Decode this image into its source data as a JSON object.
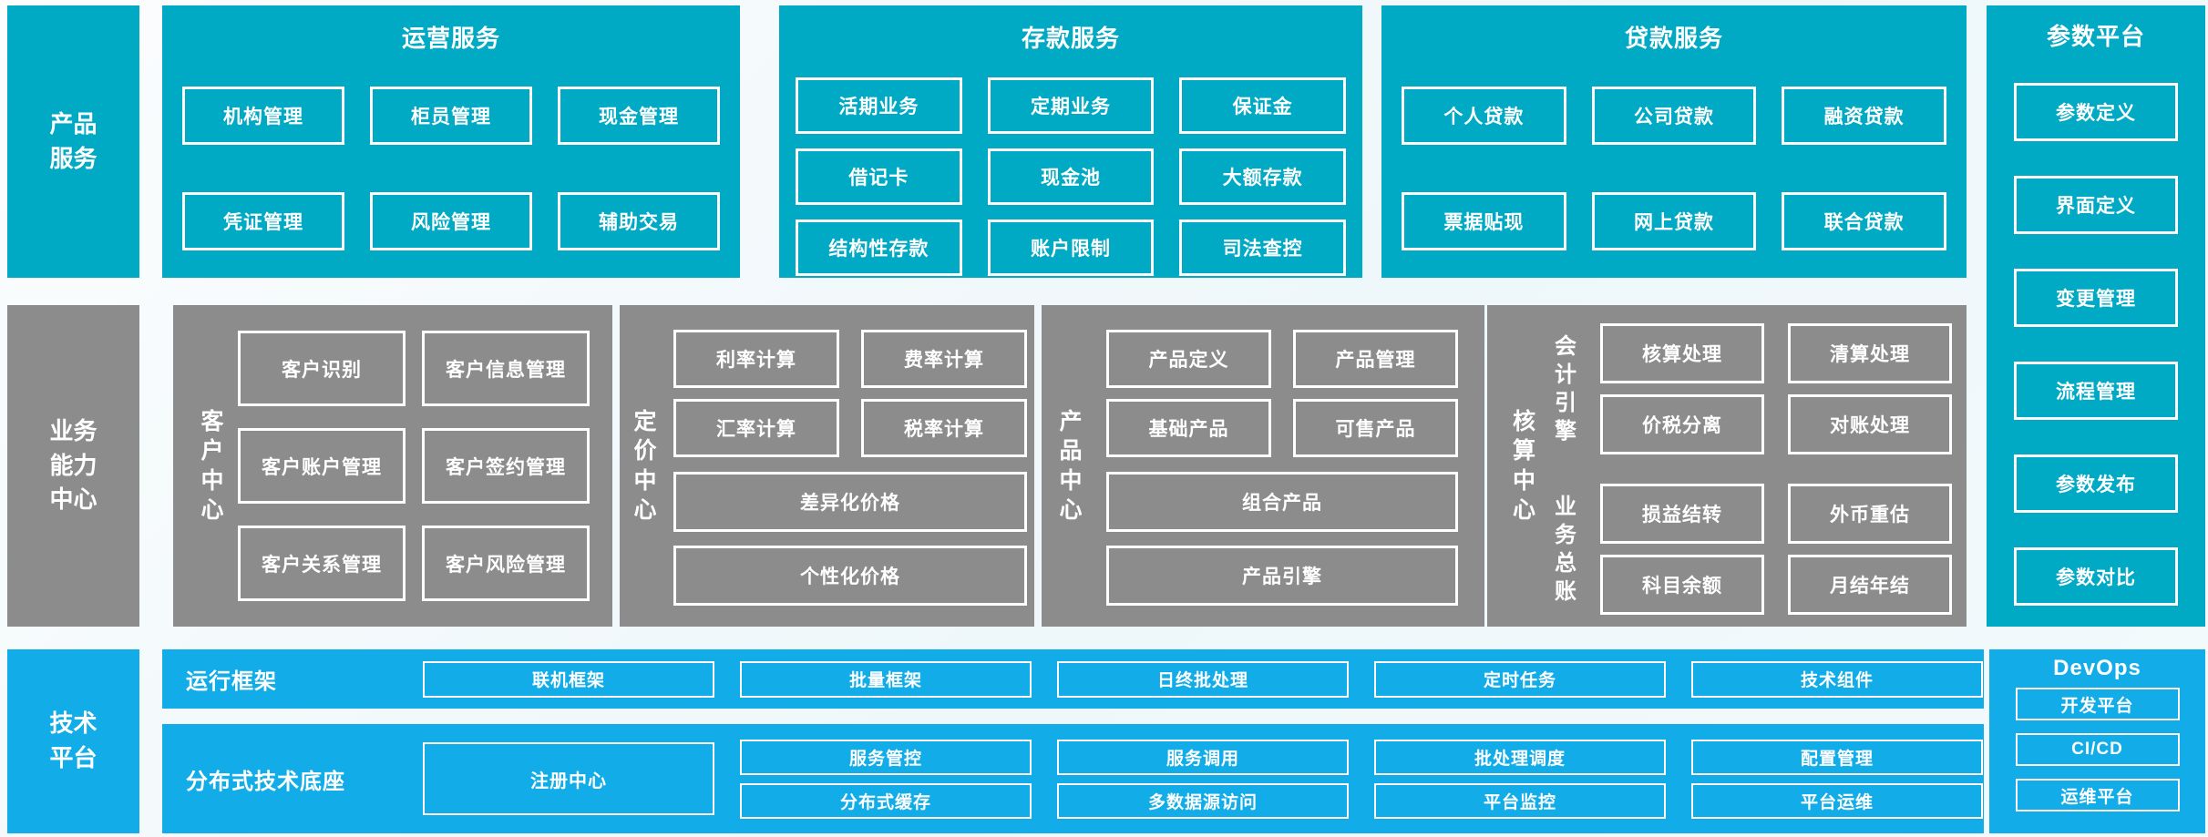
{
  "colors": {
    "teal": "#00a9c4",
    "gray": "#8c8c8c",
    "blue": "#12ade8",
    "background": "#f2f9fb",
    "box_border_text": "#ffffff"
  },
  "side_labels": {
    "product_services": "产品服务",
    "business_capability": "业务能力中心",
    "technology_platform": "技术平台"
  },
  "operations": {
    "title": "运营服务",
    "items": [
      "机构管理",
      "柜员管理",
      "现金管理",
      "凭证管理",
      "风险管理",
      "辅助交易"
    ]
  },
  "deposit": {
    "title": "存款服务",
    "items": [
      "活期业务",
      "定期业务",
      "保证金",
      "借记卡",
      "现金池",
      "大额存款",
      "结构性存款",
      "账户限制",
      "司法查控"
    ]
  },
  "loan": {
    "title": "贷款服务",
    "items": [
      "个人贷款",
      "公司贷款",
      "融资贷款",
      "票据贴现",
      "网上贷款",
      "联合贷款"
    ]
  },
  "parameter_platform": {
    "title": "参数平台",
    "items": [
      "参数定义",
      "界面定义",
      "变更管理",
      "流程管理",
      "参数发布",
      "参数对比"
    ]
  },
  "customer_center": {
    "label": "客户中心",
    "items": [
      "客户识别",
      "客户信息管理",
      "客户账户管理",
      "客户签约管理",
      "客户关系管理",
      "客户风险管理"
    ]
  },
  "pricing_center": {
    "label": "定价中心",
    "items": [
      "利率计算",
      "费率计算",
      "汇率计算",
      "税率计算"
    ],
    "wide_items": [
      "差异化价格",
      "个性化价格"
    ]
  },
  "product_center": {
    "label": "产品中心",
    "items": [
      "产品定义",
      "产品管理",
      "基础产品",
      "可售产品"
    ],
    "wide_items": [
      "组合产品",
      "产品引擎"
    ]
  },
  "accounting_center": {
    "label": "核算中心",
    "groups": [
      {
        "label": "会计引擎",
        "items": [
          "核算处理",
          "清算处理",
          "价税分离",
          "对账处理"
        ]
      },
      {
        "label": "业务总账",
        "items": [
          "损益结转",
          "外币重估",
          "科目余额",
          "月结年结"
        ]
      }
    ]
  },
  "runtime_framework": {
    "label": "运行框架",
    "items": [
      "联机框架",
      "批量框架",
      "日终批处理",
      "定时任务",
      "技术组件"
    ]
  },
  "distributed_base": {
    "label": "分布式技术底座",
    "registry": "注册中心",
    "top_items": [
      "服务管控",
      "服务调用",
      "批处理调度",
      "配置管理"
    ],
    "bottom_items": [
      "分布式缓存",
      "多数据源访问",
      "平台监控",
      "平台运维"
    ]
  },
  "devops": {
    "title": "DevOps",
    "items": [
      "开发平台",
      "CI/CD",
      "运维平台"
    ]
  }
}
